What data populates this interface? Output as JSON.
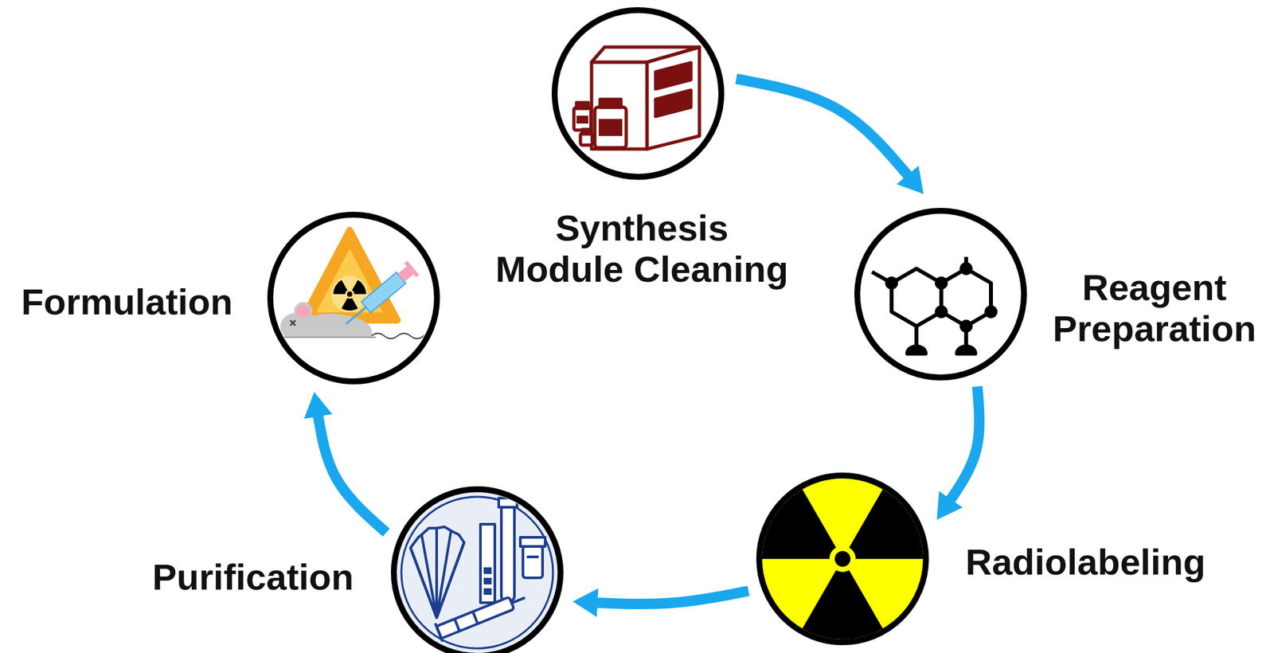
{
  "diagram": {
    "nodes": [
      {
        "text": [
          "Synthesis Module Cleaning"
        ]
      },
      {
        "text": [
          "Reagent Preparation"
        ]
      },
      {
        "text": [
          "Radiolabeling"
        ]
      },
      {
        "text": [
          "Purification"
        ]
      },
      {
        "text": [
          "Formulation"
        ]
      }
    ],
    "edges": [
      {
        "from": 0,
        "to": 1,
        "arrow": "to"
      },
      {
        "from": 1,
        "to": 2,
        "arrow": "to"
      },
      {
        "from": 2,
        "to": 3,
        "arrow": "to"
      },
      {
        "from": 3,
        "to": 4,
        "arrow": "to"
      }
    ]
  }
}
